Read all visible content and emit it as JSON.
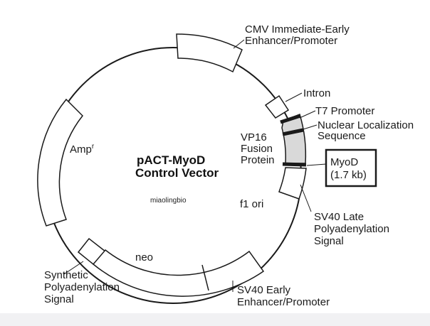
{
  "title": {
    "line1": "pACT-MyoD",
    "line2": "Control Vector"
  },
  "watermark": "miaolingbio",
  "features": {
    "cmv_line1": "CMV Immediate-Early",
    "cmv_line2": "Enhancer/Promoter",
    "intron": "Intron",
    "t7": "T7 Promoter",
    "nls_line1": "Nuclear Localization",
    "nls_line2": "Sequence",
    "vp16_line1": "VP16",
    "vp16_line2": "Fusion",
    "vp16_line3": "Protein",
    "myod_line1": "MyoD",
    "myod_line2": "(1.7 kb)",
    "f1ori": "f1 ori",
    "sv40late_line1": "SV40 Late",
    "sv40late_line2": "Polyadenylation",
    "sv40late_line3": "Signal",
    "sv40early_line1": "SV40 Early",
    "sv40early_line2": "Enhancer/Promoter",
    "neo": "neo",
    "synth_line1": "Synthetic",
    "synth_line2": "Polyadenylation",
    "synth_line3": "Signal",
    "amp": "Amp",
    "amp_sup": "r"
  },
  "colors": {
    "line": "#1a1a1a",
    "vp16_fill": "#d9d9d9",
    "bottom_strip": "#f1f1f3"
  }
}
